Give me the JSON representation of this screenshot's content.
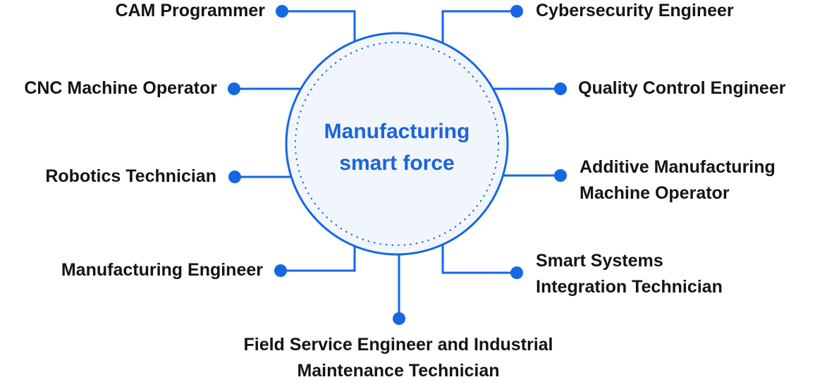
{
  "diagram": {
    "center": {
      "title": "Manufacturing smart force"
    },
    "nodes": [
      {
        "label": "CAM Programmer",
        "position": "top-left"
      },
      {
        "label": "Cybersecurity Engineer",
        "position": "top-right"
      },
      {
        "label": "CNC Machine Operator",
        "position": "left-upper"
      },
      {
        "label": "Quality Control Engineer",
        "position": "right-upper"
      },
      {
        "label": "Robotics Technician",
        "position": "left-middle"
      },
      {
        "label": "Additive Manufacturing Machine Operator",
        "position": "right-middle"
      },
      {
        "label": "Manufacturing Engineer",
        "position": "bottom-left"
      },
      {
        "label": "Smart Systems Integration Technician",
        "position": "bottom-right"
      },
      {
        "label": "Field Service Engineer and Industrial Maintenance Technician",
        "position": "bottom-center"
      }
    ],
    "colors": {
      "accent_blue": "#1567e2",
      "title_blue": "#1b63da",
      "circle_fill": "#f1f6fd",
      "label_text": "#141414",
      "background": "#ffffff"
    }
  }
}
